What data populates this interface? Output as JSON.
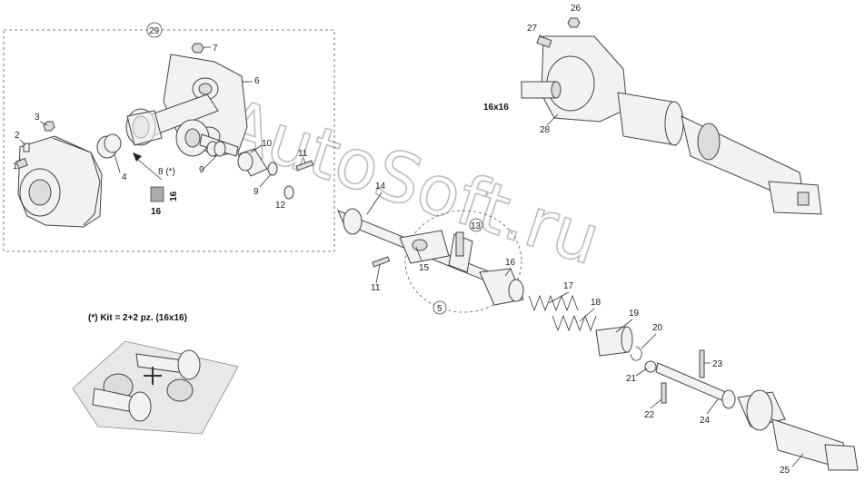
{
  "labels": {
    "n1": "1",
    "n2": "2",
    "n3": "3",
    "n4": "4",
    "n5": "5",
    "n6": "6",
    "n7": "7",
    "n8": "8 (*)",
    "n9a": "9",
    "n9b": "9",
    "n10": "10",
    "n11a": "11",
    "n11b": "11",
    "n12": "12",
    "n13": "13",
    "n14": "14",
    "n15": "15",
    "n16": "16",
    "n17": "17",
    "n18": "18",
    "n19": "19",
    "n20": "20",
    "n21": "21",
    "n22": "22",
    "n23": "23",
    "n24": "24",
    "n25": "25",
    "n26": "26",
    "n27": "27",
    "n28": "28",
    "n29": "29"
  },
  "size_tags": {
    "box_side": "16",
    "box_bottom": "16",
    "shaft_size": "16x16"
  },
  "kit_note": "(*) Kit = 2+2 pz. (16x16)",
  "watermark": "AutoSoft.ru",
  "colors": {
    "line": "#444444",
    "dashed": "#555555",
    "watermark": "#bdbdbd",
    "text": "#222222"
  }
}
